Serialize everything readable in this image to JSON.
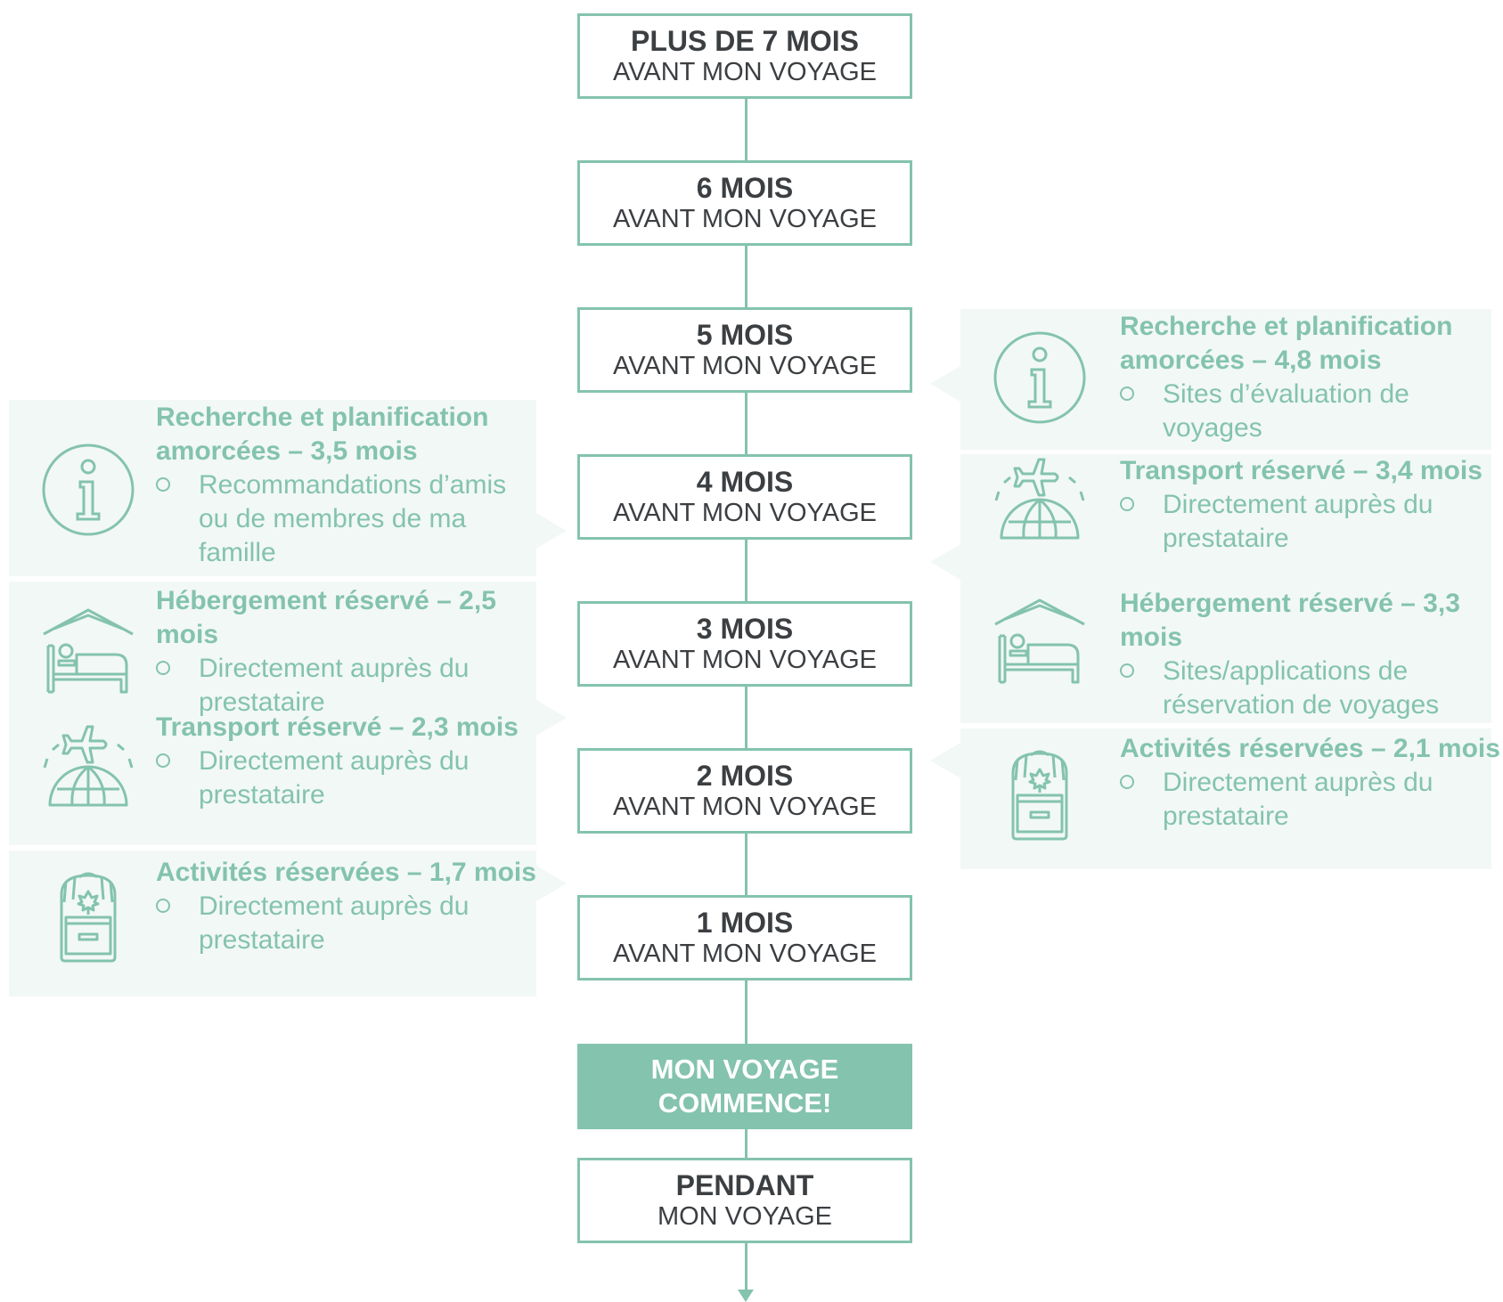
{
  "stages": [
    {
      "title": "PLUS DE 7 MOIS",
      "subtitle": "AVANT MON VOYAGE"
    },
    {
      "title": "6 MOIS",
      "subtitle": "AVANT MON VOYAGE"
    },
    {
      "title": "5 MOIS",
      "subtitle": "AVANT MON VOYAGE"
    },
    {
      "title": "4 MOIS",
      "subtitle": "AVANT MON VOYAGE"
    },
    {
      "title": "3 MOIS",
      "subtitle": "AVANT MON VOYAGE"
    },
    {
      "title": "2 MOIS",
      "subtitle": "AVANT MON VOYAGE"
    },
    {
      "title": "1 MOIS",
      "subtitle": "AVANT MON VOYAGE"
    }
  ],
  "start": {
    "line1": "MON VOYAGE",
    "line2": "COMMENCE!"
  },
  "during": {
    "title": "PENDANT",
    "subtitle": "MON VOYAGE"
  },
  "left_events": [
    {
      "icon": "info-icon",
      "title": "Recherche et planification amorcées – 3,5 mois",
      "detail": "Recommandations d’amis ou de membres de ma famille"
    },
    {
      "icon": "bed-icon",
      "title": "Hébergement réservé – 2,5 mois",
      "detail": "Directement auprès du prestataire"
    },
    {
      "icon": "plane-globe-icon",
      "title": "Transport réservé – 2,3 mois",
      "detail": "Directement auprès du prestataire"
    },
    {
      "icon": "backpack-icon",
      "title": "Activités réservées – 1,7 mois",
      "detail": "Directement auprès du prestataire"
    }
  ],
  "right_events": [
    {
      "icon": "info-icon",
      "title": "Recherche et planification amorcées – 4,8 mois",
      "detail": "Sites d’évaluation de voyages"
    },
    {
      "icon": "plane-globe-icon",
      "title": "Transport réservé – 3,4 mois",
      "detail": "Directement auprès du prestataire"
    },
    {
      "icon": "bed-icon",
      "title": "Hébergement réservé – 3,3 mois",
      "detail": "Sites/applications de réservation de voyages"
    },
    {
      "icon": "backpack-icon",
      "title": "Activités réservées – 2,1 mois",
      "detail": "Directement auprès du prestataire"
    }
  ],
  "colors": {
    "accent": "#84c3ad",
    "panel": "#f2f8f6",
    "text": "#3c3f42"
  }
}
